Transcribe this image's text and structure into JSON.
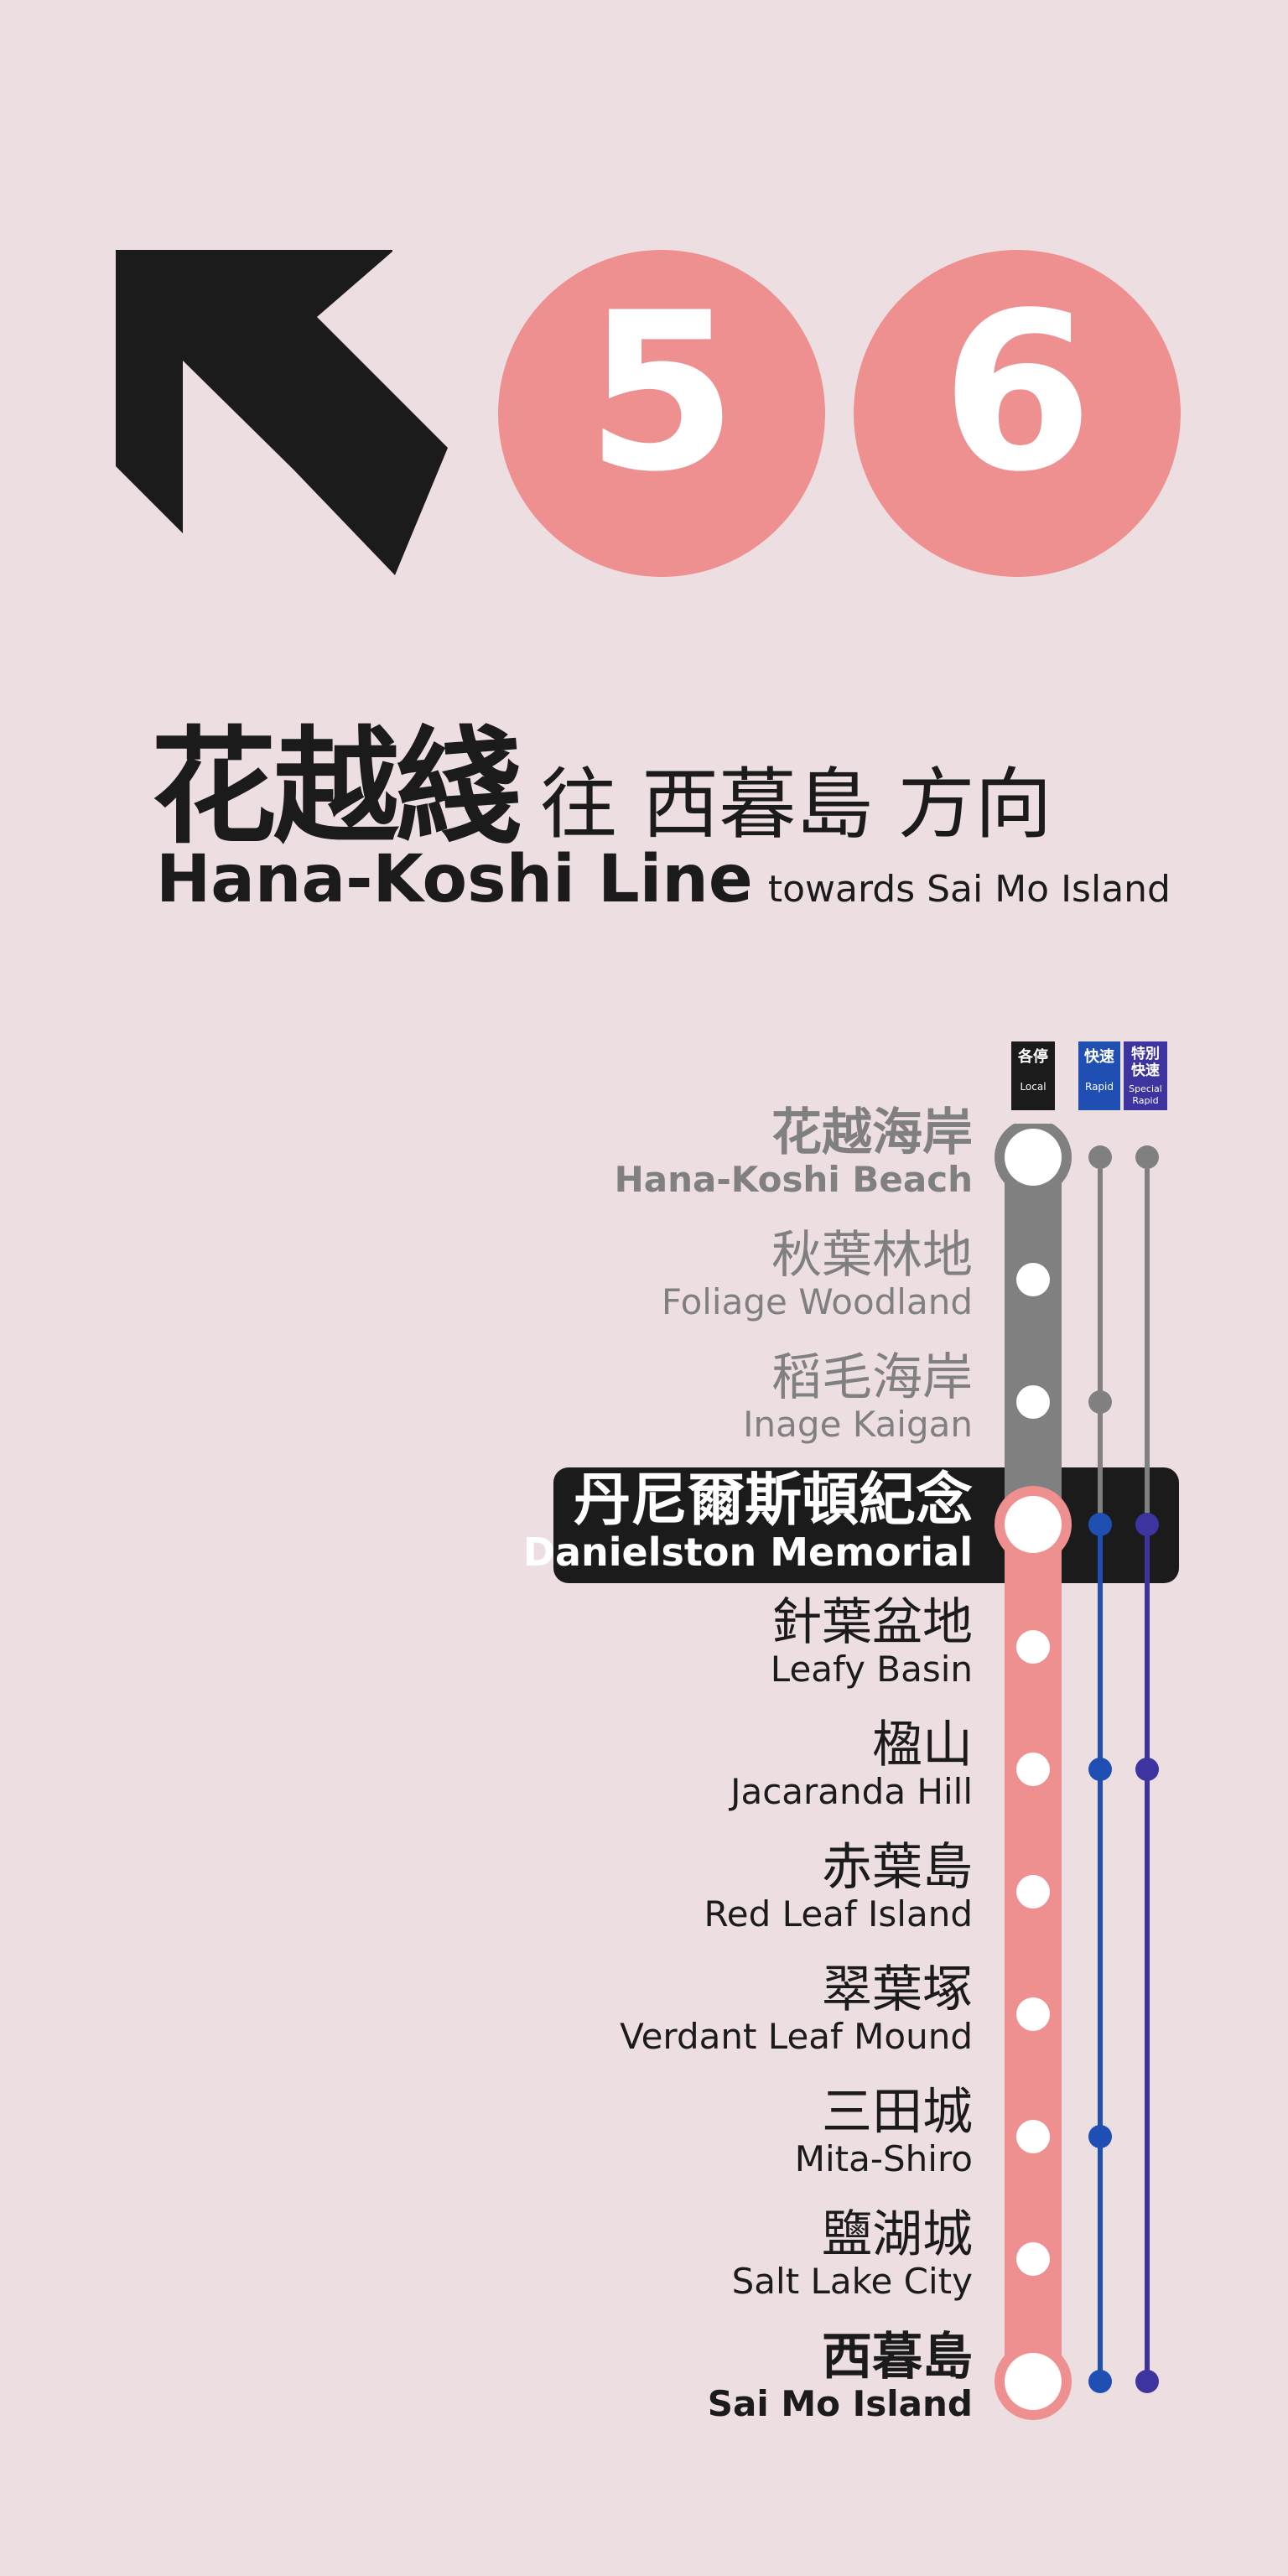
{
  "platform_numbers": [
    "5",
    "6"
  ],
  "line": {
    "name_zh": "花越綫",
    "toward_zh": "往 西暮島 方向",
    "name_en": "Hana-Koshi Line",
    "toward_en": "towards Sai Mo Island"
  },
  "legend": {
    "local_zh": "各停",
    "local_en": "Local",
    "rapid_zh": "快速",
    "rapid_en": "Rapid",
    "special_zh_1": "特別",
    "special_zh_2": "快速",
    "special_en_1": "Special",
    "special_en_2": "Rapid"
  },
  "stations": [
    {
      "zh": "花越海岸",
      "en": "Hana-Koshi Beach",
      "status": "past",
      "terminal": true,
      "rapid": true,
      "special_rapid": true
    },
    {
      "zh": "秋葉林地",
      "en": "Foliage Woodland",
      "status": "past",
      "terminal": false,
      "rapid": false,
      "special_rapid": false
    },
    {
      "zh": "稻毛海岸",
      "en": "Inage Kaigan",
      "status": "past",
      "terminal": false,
      "rapid": true,
      "special_rapid": false
    },
    {
      "zh": "丹尼爾斯頓紀念",
      "en": "Danielston Memorial",
      "status": "current",
      "terminal": false,
      "rapid": true,
      "special_rapid": true
    },
    {
      "zh": "針葉盆地",
      "en": "Leafy Basin",
      "status": "future",
      "terminal": false,
      "rapid": false,
      "special_rapid": false
    },
    {
      "zh": "楹山",
      "en": "Jacaranda Hill",
      "status": "future",
      "terminal": false,
      "rapid": true,
      "special_rapid": true
    },
    {
      "zh": "赤葉島",
      "en": "Red Leaf Island",
      "status": "future",
      "terminal": false,
      "rapid": false,
      "special_rapid": false
    },
    {
      "zh": "翠葉塚",
      "en": "Verdant Leaf Mound",
      "status": "future",
      "terminal": false,
      "rapid": false,
      "special_rapid": false
    },
    {
      "zh": "三田城",
      "en": "Mita-Shiro",
      "status": "future",
      "terminal": false,
      "rapid": true,
      "special_rapid": false
    },
    {
      "zh": "鹽湖城",
      "en": "Salt Lake City",
      "status": "future",
      "terminal": false,
      "rapid": false,
      "special_rapid": false
    },
    {
      "zh": "西暮島",
      "en": "Sai Mo Island",
      "status": "future",
      "terminal": true,
      "rapid": true,
      "special_rapid": true
    }
  ],
  "colors": {
    "background": "#eddfe1",
    "line": "#ee8f90",
    "past_line": "#808080",
    "rapid": "#1f4fb3",
    "special_rapid": "#3d34a0",
    "text_dark": "#1b1b1b",
    "text_past": "#808080"
  },
  "icons": {
    "direction": "arrow-up-left-icon"
  }
}
